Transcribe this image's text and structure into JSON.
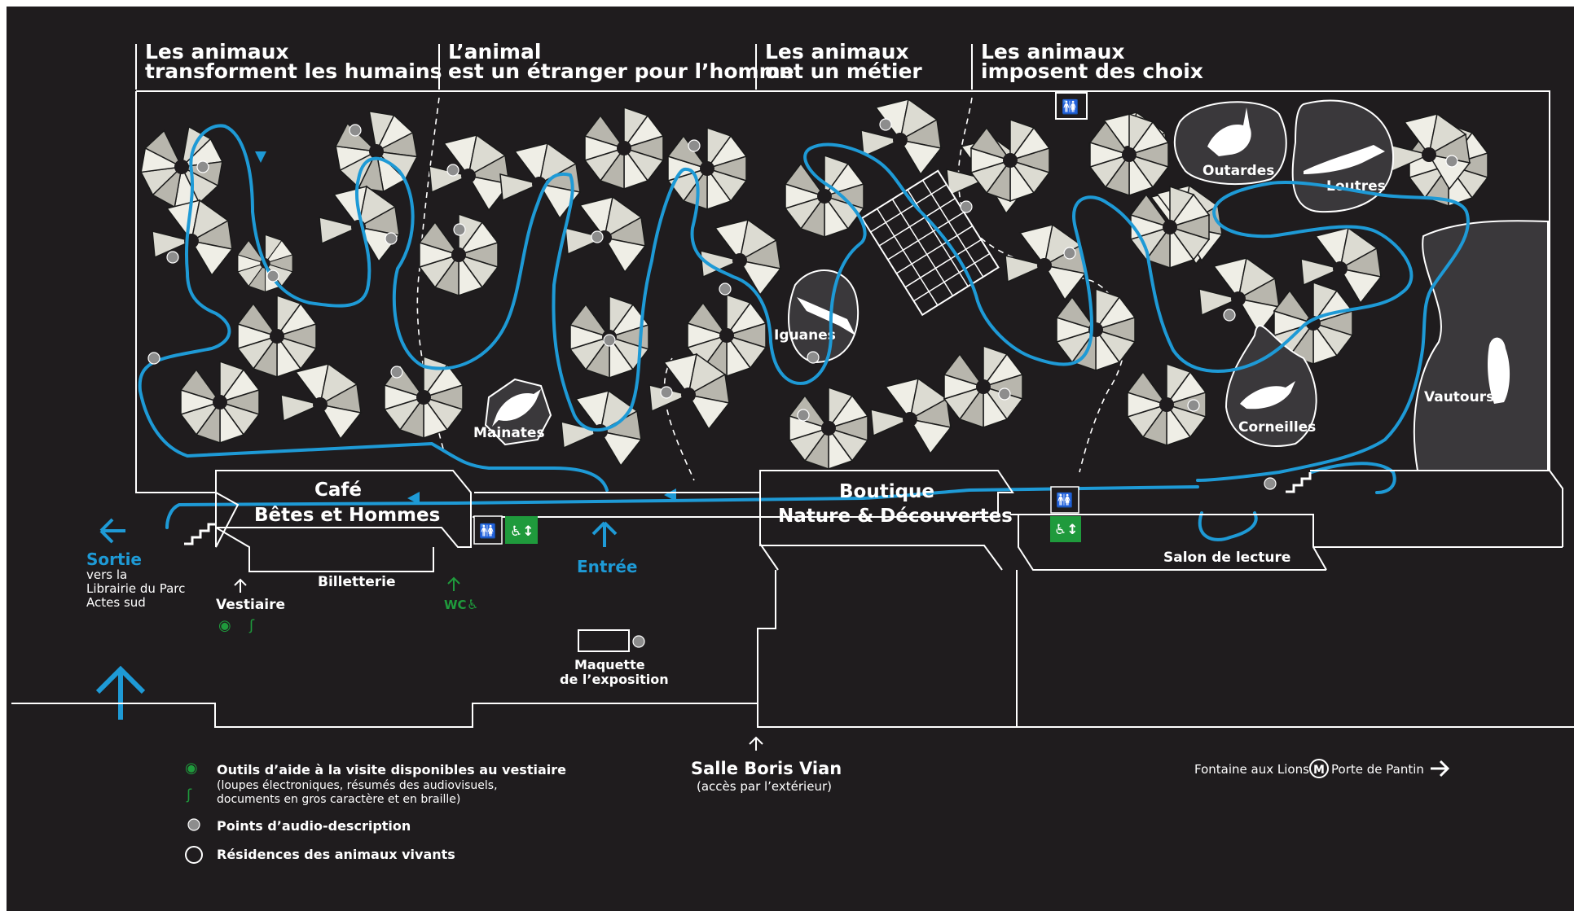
{
  "sections": [
    {
      "line1": "Les animaux",
      "line2": "transforment les humains"
    },
    {
      "line1": "L’animal",
      "line2": "est un étranger pour l’homme"
    },
    {
      "line1": "Les animaux",
      "line2": "ont un métier"
    },
    {
      "line1": "Les animaux",
      "line2": "imposent des choix"
    }
  ],
  "residences": {
    "mainates": "Mainates",
    "iguanes": "Iguanes",
    "outardes": "Outardes",
    "loutres": "Loutres",
    "corneilles": "Corneilles",
    "vautours": "Vautours"
  },
  "rooms": {
    "cafe_line1": "Café",
    "cafe_line2": "Bêtes et Hommes",
    "boutique_line1": "Boutique",
    "boutique_line2": "Nature & Découvertes",
    "salon": "Salon de lecture",
    "billetterie": "Billetterie",
    "vestiaire": "Vestiaire",
    "wc": "WC",
    "maquette_line1": "Maquette",
    "maquette_line2": "de l’exposition"
  },
  "exits": {
    "sortie": "Sortie",
    "sortie_line1": "vers la",
    "sortie_line2": "Librairie du Parc",
    "sortie_line3": "Actes sud",
    "entree": "Entrée",
    "salle_title": "Salle Boris Vian",
    "salle_note": "(accès par l’extérieur)",
    "fontaine": "Fontaine aux Lions",
    "metro_letter": "M",
    "metro_station": "Porte de Pantin"
  },
  "legend": {
    "tools_title": "Outils d’aide à la visite disponibles au vestiaire",
    "tools_line1": "(loupes électroniques, résumés des audiovisuels,",
    "tools_line2": "documents en gros caractère et en braille)",
    "audio": "Points d’audio-description",
    "residences": "Résidences des animaux vivants"
  },
  "colors": {
    "background": "#1f1c1e",
    "route": "#1e9ad6",
    "accessibility": "#1f9a3c",
    "exhibit_light": "#dcdbd2",
    "exhibit_mid": "#b8b6ad",
    "residence": "#3a383b"
  },
  "icons": [
    "eye-icon",
    "ear-icon",
    "audio-point-icon",
    "residence-icon",
    "toilet-icon",
    "accessible-elevator-icon",
    "metro-icon",
    "arrow-right-icon",
    "arrow-up-icon",
    "arrow-left-icon",
    "stairs-icon"
  ]
}
